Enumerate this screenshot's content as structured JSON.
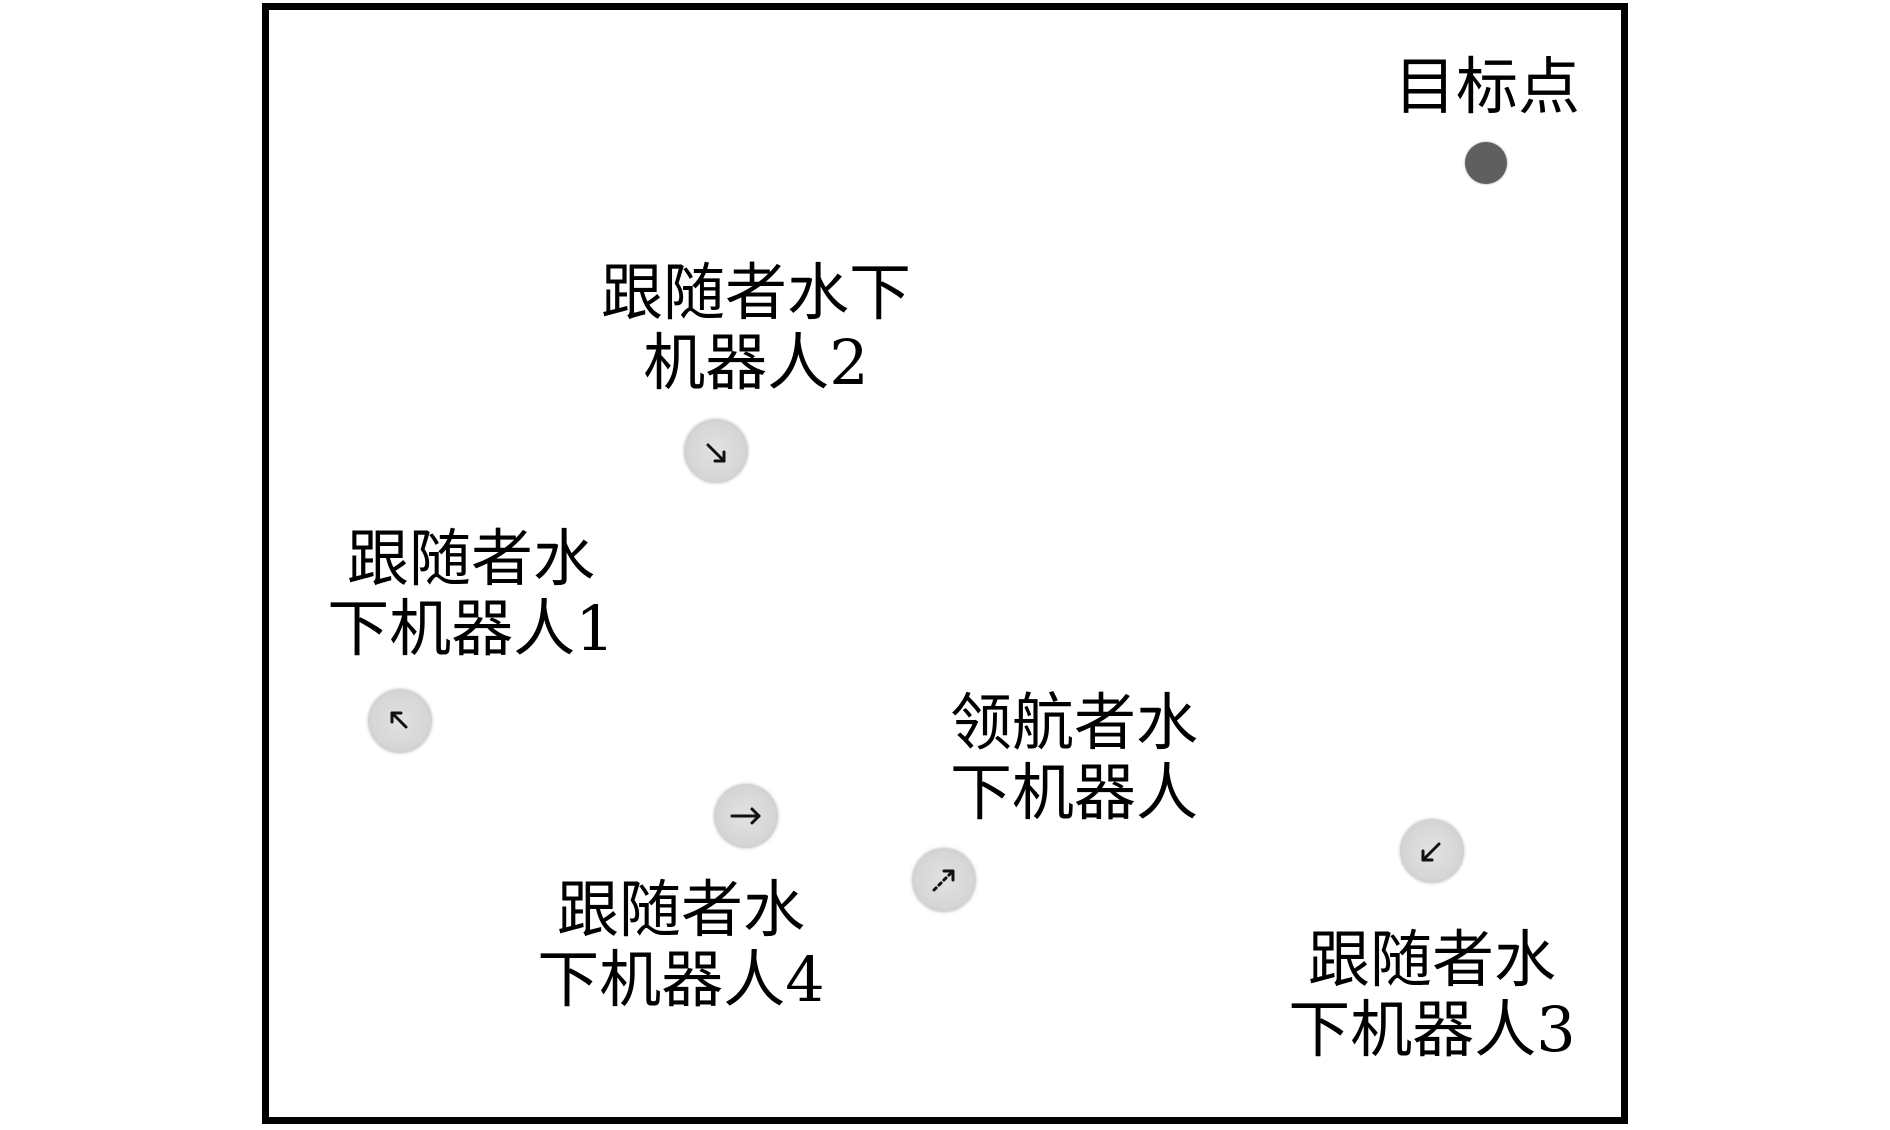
{
  "target": {
    "label": "目标点"
  },
  "leader": {
    "line1": "领航者水",
    "line2": "下机器人"
  },
  "followers": [
    {
      "id": "1",
      "line1": "跟随者水",
      "line2": "下机器人1"
    },
    {
      "id": "2",
      "line1": "跟随者水下",
      "line2": "机器人2"
    },
    {
      "id": "3",
      "line1": "跟随者水",
      "line2": "下机器人3"
    },
    {
      "id": "4",
      "line1": "跟随者水",
      "line2": "下机器人4"
    }
  ],
  "colors": {
    "frame": "#000000",
    "target": "#5f5f5f",
    "robot": "#d6d6d6",
    "arrow": "#111111"
  },
  "icons": {
    "target": "target-dot-icon",
    "robot": "robot-circle-icon",
    "heading": "heading-arrow-icon"
  }
}
